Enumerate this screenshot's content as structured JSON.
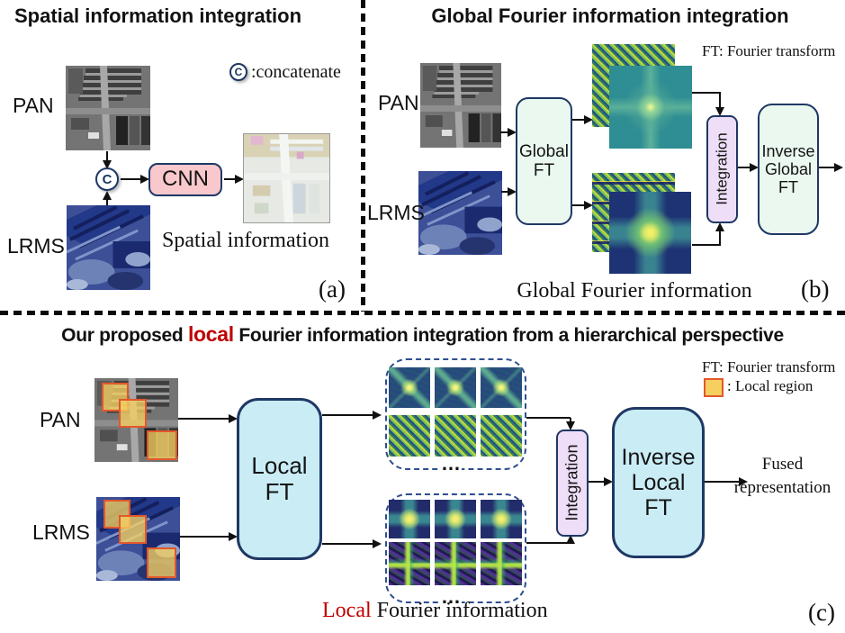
{
  "figure": {
    "panel_a": {
      "title": "Spatial information integration",
      "tag": "(a)",
      "pan_label": "PAN",
      "lrms_label": "LRMS",
      "concat_symbol": "C",
      "concat_legend_symbol": "C",
      "concat_legend": ":concatenate",
      "cnn_label": "CNN",
      "caption": "Spatial information"
    },
    "panel_b": {
      "title": "Global Fourier information integration",
      "tag": "(b)",
      "ft_note": "FT: Fourier transform",
      "pan_label": "PAN",
      "lrms_label": "LRMS",
      "global_ft": [
        "Global",
        "FT"
      ],
      "integration_label": "Integration",
      "inverse_global_ft": [
        "Inverse",
        "Global",
        "FT"
      ],
      "caption": "Global Fourier information"
    },
    "panel_c": {
      "title": {
        "prefix": "Our proposed ",
        "highlight": "local",
        "suffix": " Fourier information integration from a hierarchical perspective"
      },
      "tag": "(c)",
      "ft_note": "FT: Fourier transform",
      "local_region_legend": ": Local region",
      "pan_label": "PAN",
      "lrms_label": "LRMS",
      "local_ft": [
        "Local",
        "FT"
      ],
      "integration_label": "Integration",
      "inverse_local_ft": [
        "Inverse",
        "Local",
        "FT"
      ],
      "fused": [
        "Fused",
        "representation"
      ],
      "ellipsis_top": "…",
      "ellipsis_bottom": "…",
      "caption": {
        "highlight": "Local",
        "suffix": " Fourier information"
      }
    },
    "colors": {
      "highlight_red": "#c00000",
      "box_border_navy": "#1f3864",
      "cnn_pink": "#f8c8cc",
      "mint": "#eaf8f0",
      "lavender": "#efdef7",
      "cyan": "#c9ecf5",
      "local_region_fill": "#f5d060",
      "local_region_border": "#e2572b",
      "dashed_group_border": "#2e4e8f"
    }
  }
}
